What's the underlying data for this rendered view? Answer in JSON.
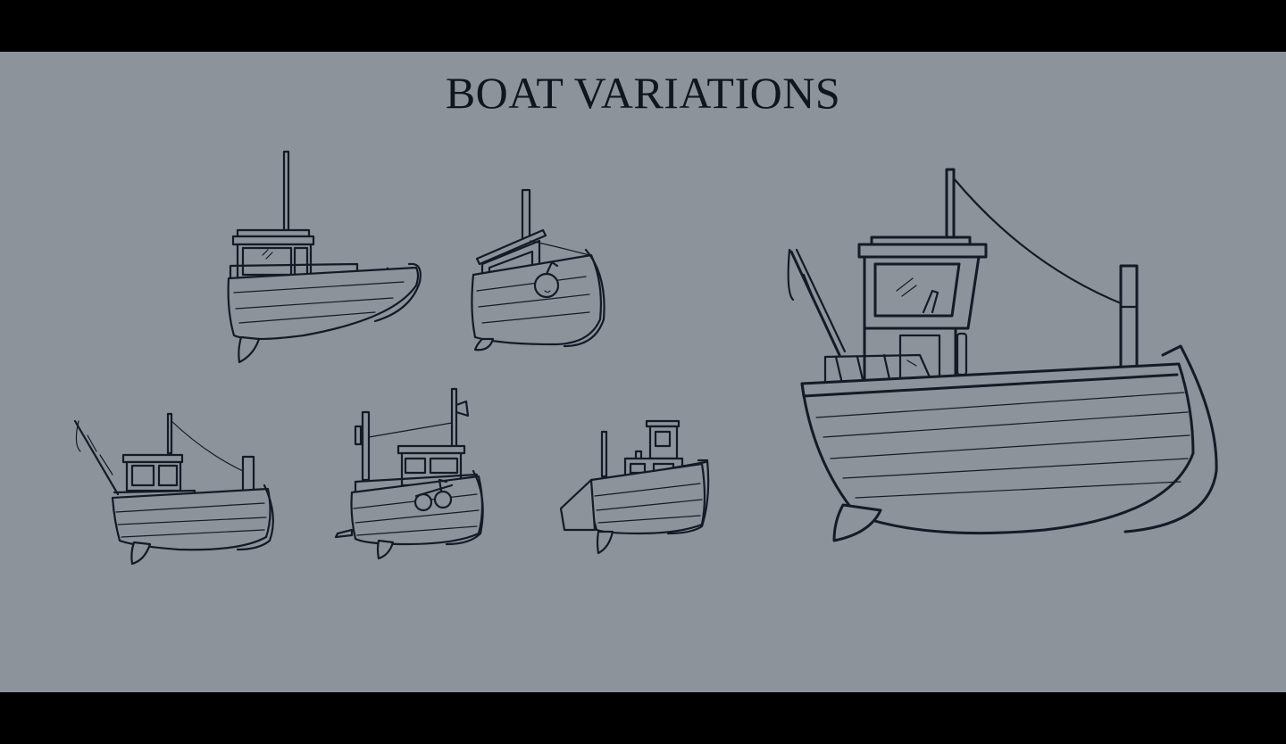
{
  "page": {
    "title": "BOAT VARIATIONS",
    "background_color": "#8c939b",
    "letterbox_color": "#000000",
    "line_color": "#141a26"
  },
  "drawings": [
    {
      "name": "boat-variation-1",
      "description_icon": "boat-icon"
    },
    {
      "name": "boat-variation-2",
      "description_icon": "boat-icon"
    },
    {
      "name": "boat-variation-3",
      "description_icon": "boat-icon"
    },
    {
      "name": "boat-variation-4",
      "description_icon": "boat-icon"
    },
    {
      "name": "boat-variation-5",
      "description_icon": "boat-icon"
    },
    {
      "name": "boat-variation-main",
      "description_icon": "boat-icon"
    }
  ]
}
